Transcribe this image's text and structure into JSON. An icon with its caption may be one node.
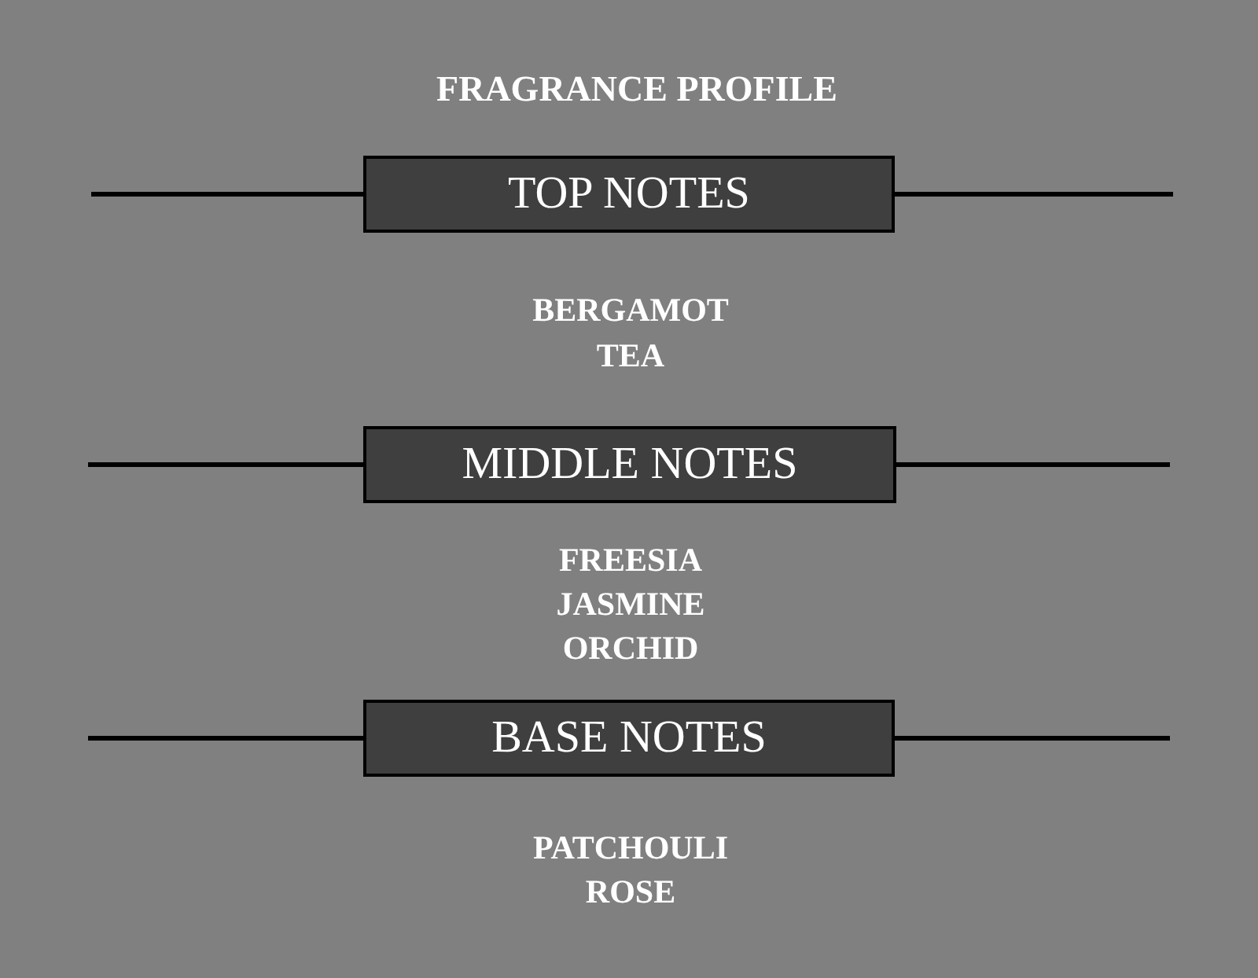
{
  "diagram": {
    "title": "FRAGRANCE PROFILE",
    "nodes": [
      {
        "text": [
          "TOP NOTES"
        ]
      },
      {
        "text": [
          "MIDDLE NOTES"
        ]
      },
      {
        "text": [
          "BASE NOTES"
        ]
      }
    ],
    "labels": [
      "BERGAMOT",
      "TEA",
      "FREESIA",
      "JASMINE",
      "ORCHID",
      "PATCHOULI",
      "ROSE"
    ]
  }
}
